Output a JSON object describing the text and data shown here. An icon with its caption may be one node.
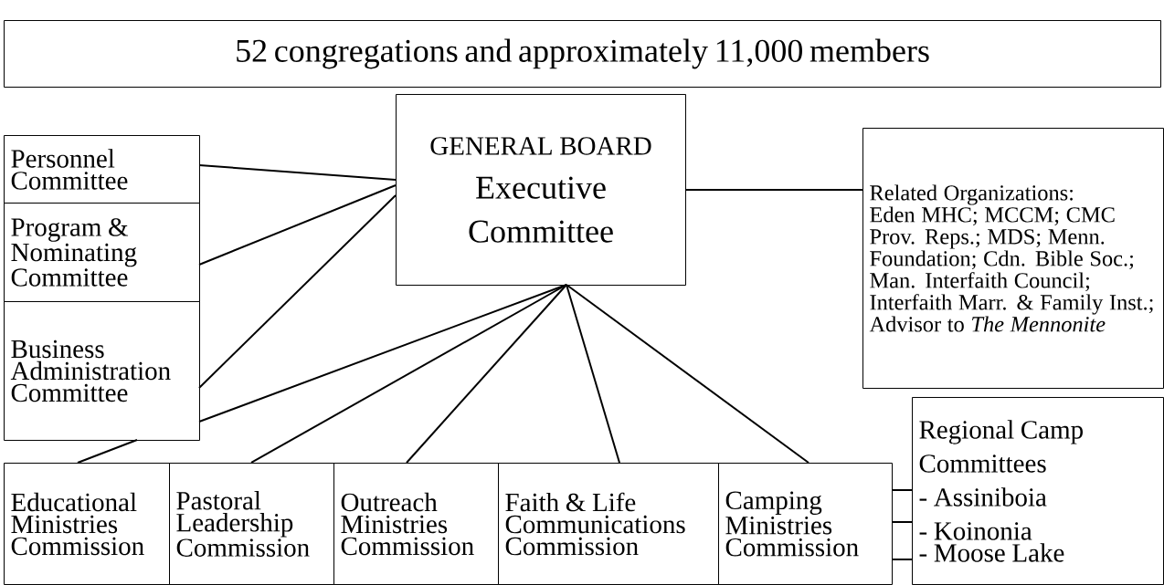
{
  "diagram": {
    "nodes": [
      {
        "text": [
          "52 congregations and approximately 11,000 members"
        ]
      },
      {
        "text": [
          "Personnel Committee"
        ]
      },
      {
        "text": [
          "Program & Nominating Committee"
        ]
      },
      {
        "text": [
          "Business Administration Committee"
        ]
      },
      {
        "text": [
          "GENERAL BOARD",
          "Executive Committee"
        ]
      },
      {
        "text": [
          "Related Organizations: Eden MHC; MCCM; CMC Prov. Reps.; MDS; Menn. Foundation; Cdn. Bible Soc.; Man. Interfaith Council; Interfaith Marr. & Family Inst.; Advisor to *The Mennonite*"
        ]
      },
      {
        "text": [
          "Educational Ministries Commission"
        ]
      },
      {
        "text": [
          "Pastoral Leadership Commission"
        ]
      },
      {
        "text": [
          "Outreach Ministries Commission"
        ]
      },
      {
        "text": [
          "Faith & Life Communications Commission"
        ]
      },
      {
        "text": [
          "Camping Ministries Commission"
        ]
      },
      {
        "text": [
          "Regional Camp Committees",
          "- Assiniboia",
          "- Koinonia",
          "- Moose Lake"
        ]
      }
    ],
    "edges": [
      {
        "from": 1,
        "to": 4,
        "arrow": "none"
      },
      {
        "from": 2,
        "to": 4,
        "arrow": "none"
      },
      {
        "from": 3,
        "to": 4,
        "arrow": "none"
      },
      {
        "from": 3,
        "to": 4,
        "arrow": "none"
      },
      {
        "from": 3,
        "to": 6,
        "arrow": "none"
      },
      {
        "from": 4,
        "to": 7,
        "arrow": "none"
      },
      {
        "from": 4,
        "to": 8,
        "arrow": "none"
      },
      {
        "from": 4,
        "to": 9,
        "arrow": "none"
      },
      {
        "from": 4,
        "to": 10,
        "arrow": "none"
      },
      {
        "from": 4,
        "to": 5,
        "arrow": "none"
      },
      {
        "from": 10,
        "to": 11,
        "arrow": "none"
      },
      {
        "from": 10,
        "to": 11,
        "arrow": "none"
      },
      {
        "from": 10,
        "to": 11,
        "arrow": "none"
      }
    ]
  }
}
